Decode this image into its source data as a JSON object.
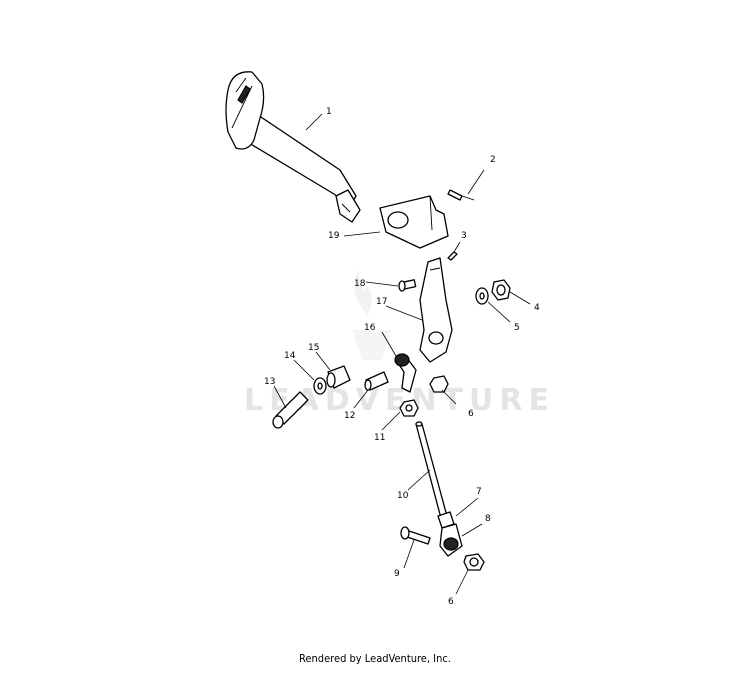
{
  "watermark": "LEADVENTURE",
  "credit": "Rendered by LeadVenture, Inc.",
  "callouts": {
    "c1": "1",
    "c2": "2",
    "c3": "3",
    "c4": "4",
    "c5": "5",
    "c6a": "6",
    "c6b": "6",
    "c7": "7",
    "c8": "8",
    "c9": "9",
    "c10": "10",
    "c11": "11",
    "c12": "12",
    "c13": "13",
    "c14": "14",
    "c15": "15",
    "c16": "16",
    "c17": "17",
    "c18": "18",
    "c19": "19"
  }
}
